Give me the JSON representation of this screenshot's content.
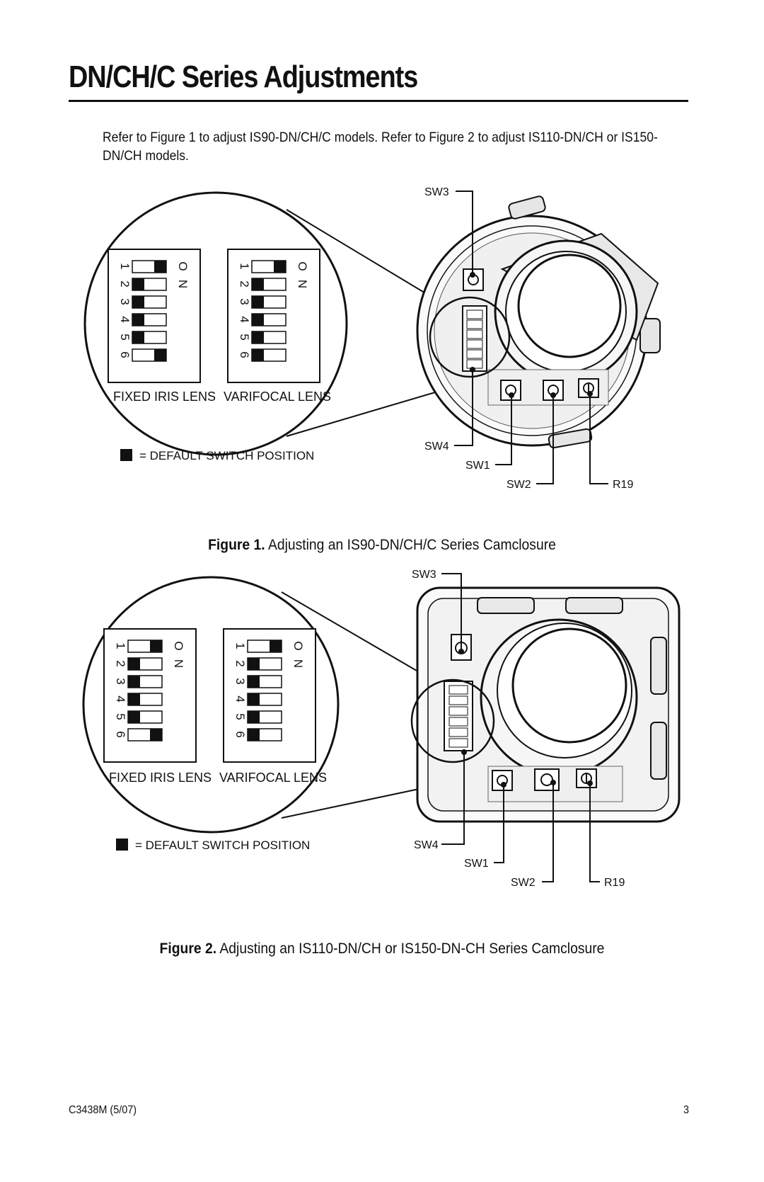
{
  "heading": "DN/CH/C Series Adjustments",
  "intro": "Refer to Figure 1 to adjust IS90-DN/CH/C models. Refer to Figure 2 to adjust IS110-DN/CH or IS150-DN/CH models.",
  "figures": [
    {
      "label_prefix": "Figure 1.",
      "caption": "Adjusting an IS90-DN/CH/C Series Camclosure",
      "panel_fixed": "FIXED IRIS LENS",
      "panel_varifocal": "VARIFOCAL LENS",
      "legend": "= DEFAULT SWITCH POSITION",
      "switch_numbers": [
        "1",
        "2",
        "3",
        "4",
        "5",
        "6"
      ],
      "on_label": "ON",
      "callouts": {
        "sw3": "SW3",
        "sw4": "SW4",
        "sw1": "SW1",
        "sw2": "SW2",
        "r19": "R19"
      }
    },
    {
      "label_prefix": "Figure 2.",
      "caption": "Adjusting an IS110-DN/CH or IS150-DN-CH Series Camclosure",
      "panel_fixed": "FIXED IRIS LENS",
      "panel_varifocal": "VARIFOCAL LENS",
      "legend": "= DEFAULT SWITCH POSITION",
      "switch_numbers": [
        "1",
        "2",
        "3",
        "4",
        "5",
        "6"
      ],
      "on_label": "ON",
      "callouts": {
        "sw3": "SW3",
        "sw4": "SW4",
        "sw1": "SW1",
        "sw2": "SW2",
        "r19": "R19"
      }
    }
  ],
  "dip_defaults": {
    "fixed_iris": [
      "on",
      "off",
      "off",
      "off",
      "off",
      "on"
    ],
    "varifocal": [
      "on",
      "off",
      "off",
      "off",
      "off",
      "off"
    ]
  },
  "footer": {
    "doc_id": "C3438M (5/07)",
    "page": "3"
  }
}
